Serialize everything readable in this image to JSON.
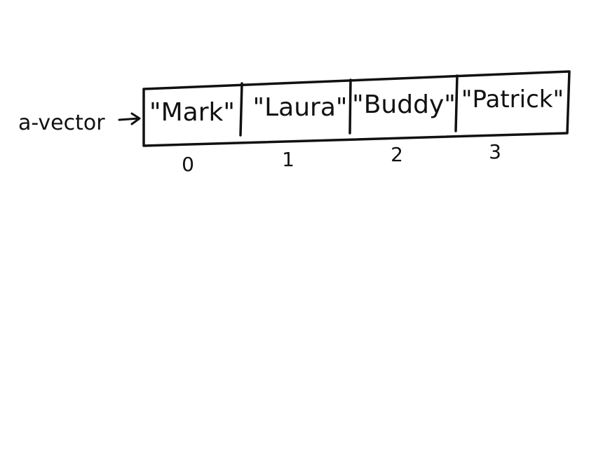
{
  "diagram": {
    "variable_label": "a-vector",
    "cells": [
      {
        "value": "\"Mark\"",
        "index": "0"
      },
      {
        "value": "\"Laura\"",
        "index": "1"
      },
      {
        "value": "\"Buddy\"",
        "index": "2"
      },
      {
        "value": "\"Patrick\"",
        "index": "3"
      }
    ],
    "ink_color": "#111111",
    "background_color": "#ffffff"
  }
}
